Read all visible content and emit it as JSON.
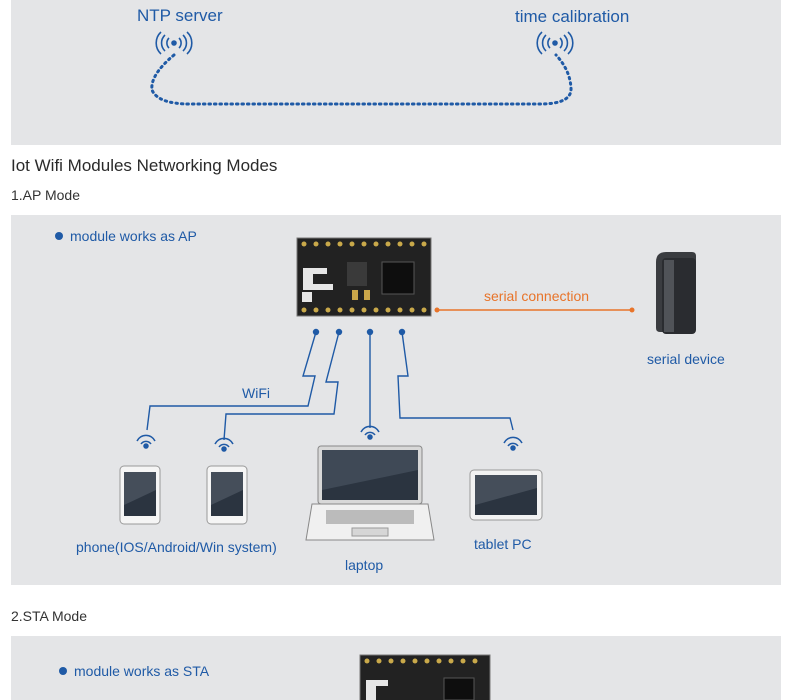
{
  "top_diagram": {
    "ntp_server": "NTP server",
    "time_calibration": "time calibration"
  },
  "section": {
    "heading": "Iot Wifi Modules Networking Modes"
  },
  "ap_mode": {
    "heading": "1.AP Mode",
    "bullet": "module works as AP",
    "serial_connection": "serial connection",
    "serial_device": "serial device",
    "wifi": "WiFi",
    "phone": "phone(IOS/Android/Win system)",
    "laptop": "laptop",
    "tablet": "tablet PC"
  },
  "sta_mode": {
    "heading": "2.STA Mode",
    "bullet": "module works as STA"
  },
  "colors": {
    "panel": "#e4e5e7",
    "accent_blue": "#1f5aa6",
    "accent_orange": "#e8742a"
  }
}
